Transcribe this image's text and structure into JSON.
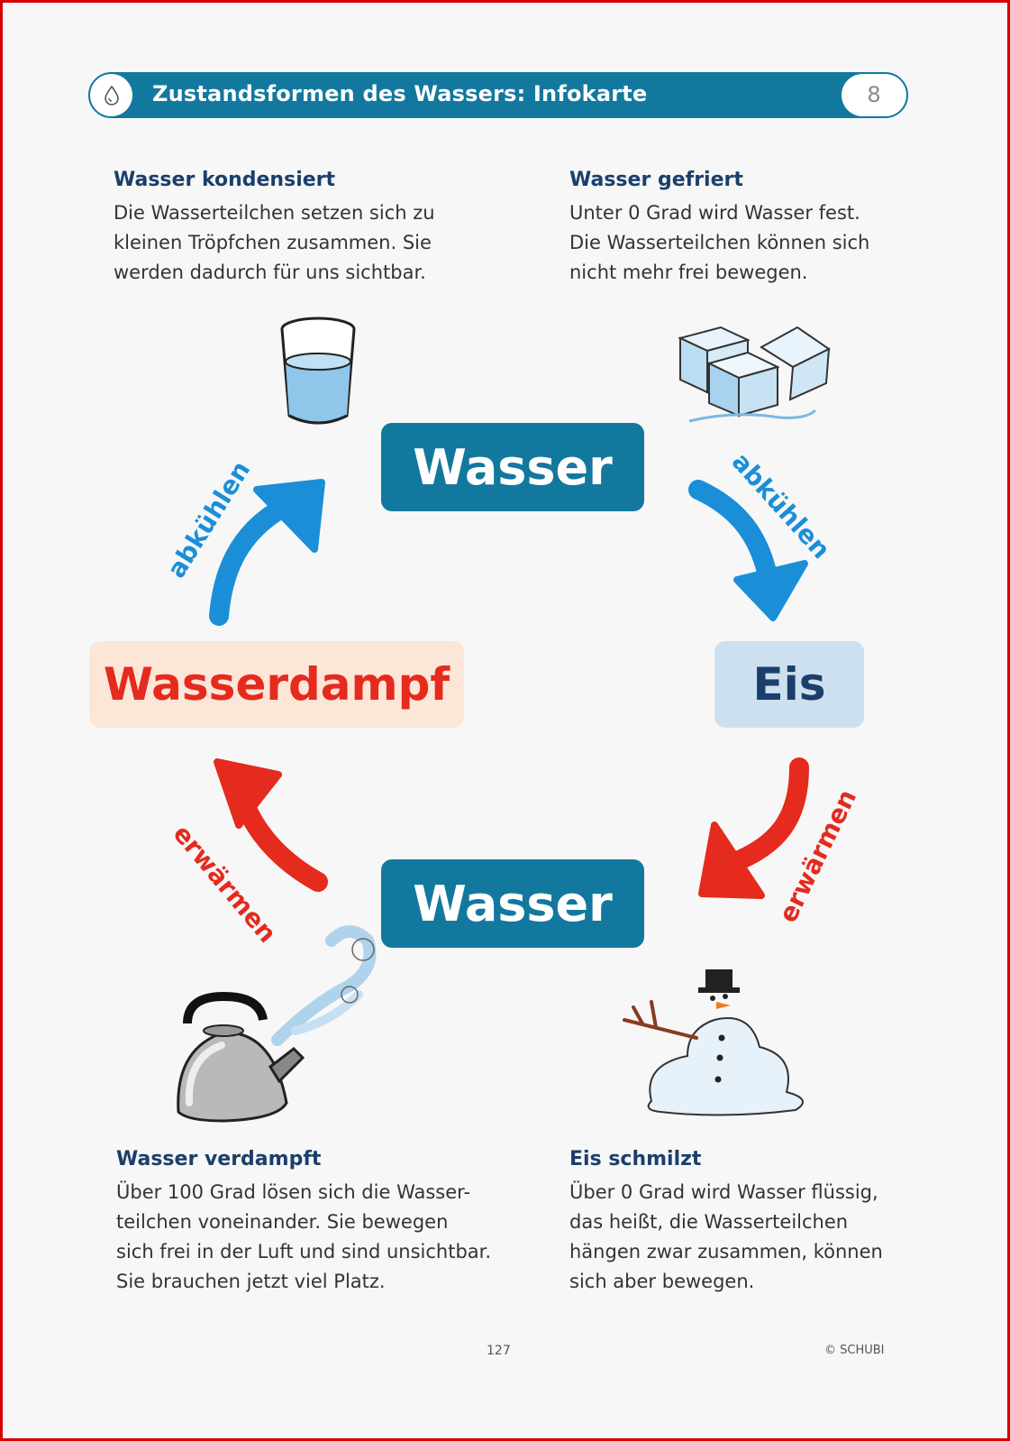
{
  "header": {
    "title": "Zustandsformen des Wassers: Infokarte",
    "number": "8",
    "icon": "water-drop-icon"
  },
  "blocks": {
    "condense": {
      "title": "Wasser kondensiert",
      "lines": [
        "Die Wasserteilchen setzen sich zu",
        "kleinen Tröpfchen zusammen. Sie",
        "werden dadurch für uns sichtbar."
      ]
    },
    "freeze": {
      "title": "Wasser gefriert",
      "lines": [
        "Unter 0 Grad wird Wasser fest.",
        "Die Wasserteilchen können sich",
        "nicht mehr frei bewegen."
      ]
    },
    "evaporate": {
      "title": "Wasser verdampft",
      "lines": [
        "Über 100 Grad lösen sich die Wasser-",
        "teilchen voneinander. Sie bewegen",
        "sich frei in der Luft und sind unsichtbar.",
        "Sie brauchen jetzt viel Platz."
      ]
    },
    "melt": {
      "title": "Eis schmilzt",
      "lines": [
        "Über 0 Grad wird Wasser flüssig,",
        "das heißt, die Wasserteilchen",
        "hängen zwar zusammen, können",
        "sich aber bewegen."
      ]
    }
  },
  "states": {
    "water_top": "Wasser",
    "water_bottom": "Wasser",
    "steam": "Wasserdampf",
    "ice": "Eis"
  },
  "arrows": {
    "cool_left": "abkühlen",
    "cool_right": "abkühlen",
    "warm_left": "erwärmen",
    "warm_right": "erwärmen"
  },
  "colors": {
    "header": "#13789e",
    "cool": "#1a8fd8",
    "warm": "#e52a1e",
    "heading_text": "#1b3f6b"
  },
  "footer": {
    "page": "127",
    "copyright": "© SCHUBI"
  }
}
